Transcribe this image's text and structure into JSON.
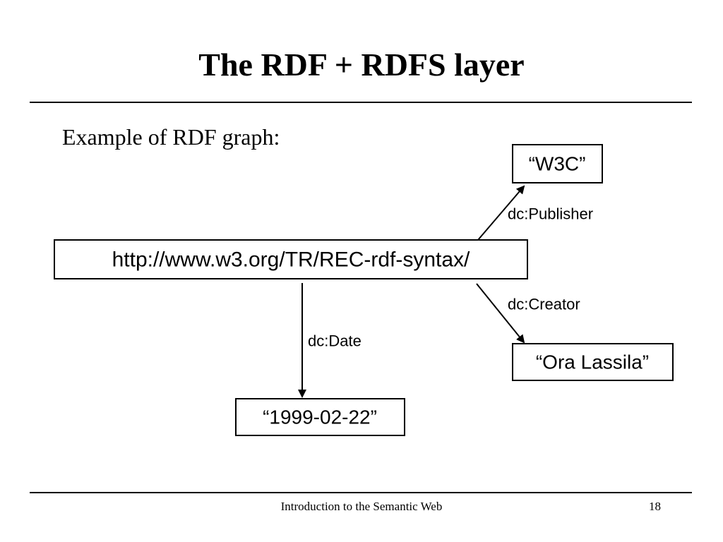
{
  "slide": {
    "title": "The RDF + RDFS layer",
    "subheading": "Example of RDF graph:"
  },
  "graph": {
    "nodes": {
      "resource": "http://www.w3.org/TR/REC-rdf-syntax/",
      "publisher": "“W3C”",
      "creator": "“Ora Lassila”",
      "date": "“1999-02-22”"
    },
    "edges": {
      "publisher": "dc:Publisher",
      "creator": "dc:Creator",
      "date": "dc:Date"
    }
  },
  "footer": {
    "text": "Introduction to the Semantic Web",
    "page": "18"
  }
}
